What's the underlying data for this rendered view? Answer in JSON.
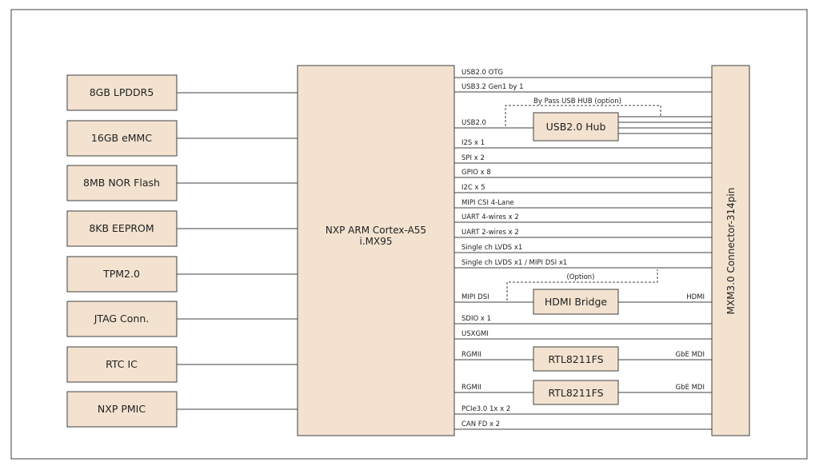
{
  "memory_blocks": [
    "8GB LPDDR5",
    "16GB eMMC",
    "8MB NOR Flash",
    "8KB EEPROM",
    "TPM2.0",
    "JTAG Conn.",
    "RTC IC",
    "NXP PMIC"
  ],
  "soc": {
    "line1": "NXP ARM Cortex-A55",
    "line2": "i.MX95"
  },
  "connector": {
    "label": "MXM3.0 Connector-314pin"
  },
  "usb_hub": {
    "label": "USB2.0 Hub",
    "input_label": "USB2.0",
    "bypass_label": "By Pass USB HUB (option)"
  },
  "hdmi_bridge": {
    "label": "HDMI Bridge",
    "input_label": "MIPI DSI",
    "output_label": "HDMI",
    "option_label": "(Option)"
  },
  "phys": [
    {
      "label": "RTL8211FS",
      "input_label": "RGMII",
      "output_label": "GbE MDI"
    },
    {
      "label": "RTL8211FS",
      "input_label": "RGMII",
      "output_label": "GbE MDI"
    }
  ],
  "signals": {
    "usb_otg": "USB2.0 OTG",
    "usb32": "USB3.2 Gen1 by 1",
    "i2s": "I2S x 1",
    "spi": "SPI x 2",
    "gpio": "GPIO x 8",
    "i2c": "I2C x 5",
    "csi": "MIPI CSI 4-Lane",
    "uart4": "UART 4-wires x 2",
    "uart2": "UART 2-wires x 2",
    "lvds1": "Single ch LVDS x1",
    "lvds_dsi": "Single ch LVDS x1 / MIPI DSI x1",
    "sdio": "SDIO x 1",
    "usxgmi": "USXGMI",
    "pcie": "PCIe3.0 1x  x 2",
    "can": "CAN FD x 2"
  }
}
